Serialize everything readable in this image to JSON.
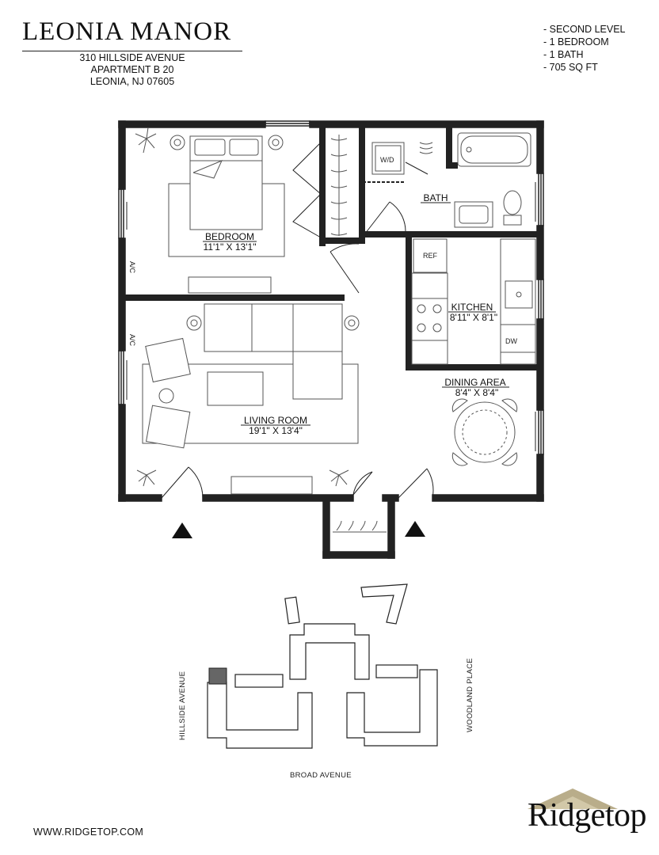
{
  "header": {
    "title": "LEONIA MANOR",
    "address_line1": "310 HILLSIDE AVENUE",
    "address_line2": "APARTMENT B 20",
    "address_line3": "LEONIA, NJ 07605"
  },
  "specs": [
    "- SECOND LEVEL",
    "- 1 BEDROOM",
    "- 1 BATH",
    "- 705 SQ FT"
  ],
  "rooms": {
    "bedroom": {
      "name": "BEDROOM",
      "dims": "11'1\" X 13'1\""
    },
    "living": {
      "name": "LIVING ROOM",
      "dims": "19'1\" X 13'4\""
    },
    "kitchen": {
      "name": "KITCHEN",
      "dims": "8'11\" X 8'1\""
    },
    "dining": {
      "name": "DINING AREA",
      "dims": "8'4\" X 8'4\""
    },
    "bath": {
      "name": "BATH"
    }
  },
  "fixtures": {
    "washer_dryer": "W/D",
    "refrigerator": "REF",
    "dishwasher": "DW",
    "ac": "A/C"
  },
  "site_plan": {
    "street_left": "HILLSIDE AVENUE",
    "street_right": "WOODLAND PLACE",
    "street_bottom": "BROAD AVENUE"
  },
  "footer": {
    "website": "WWW.RIDGETOP.COM",
    "logo": "Ridgetop"
  },
  "colors": {
    "wall": "#222222",
    "furniture": "#555555",
    "highlight": "#666666",
    "logo_roof": "#b9ad8a"
  }
}
